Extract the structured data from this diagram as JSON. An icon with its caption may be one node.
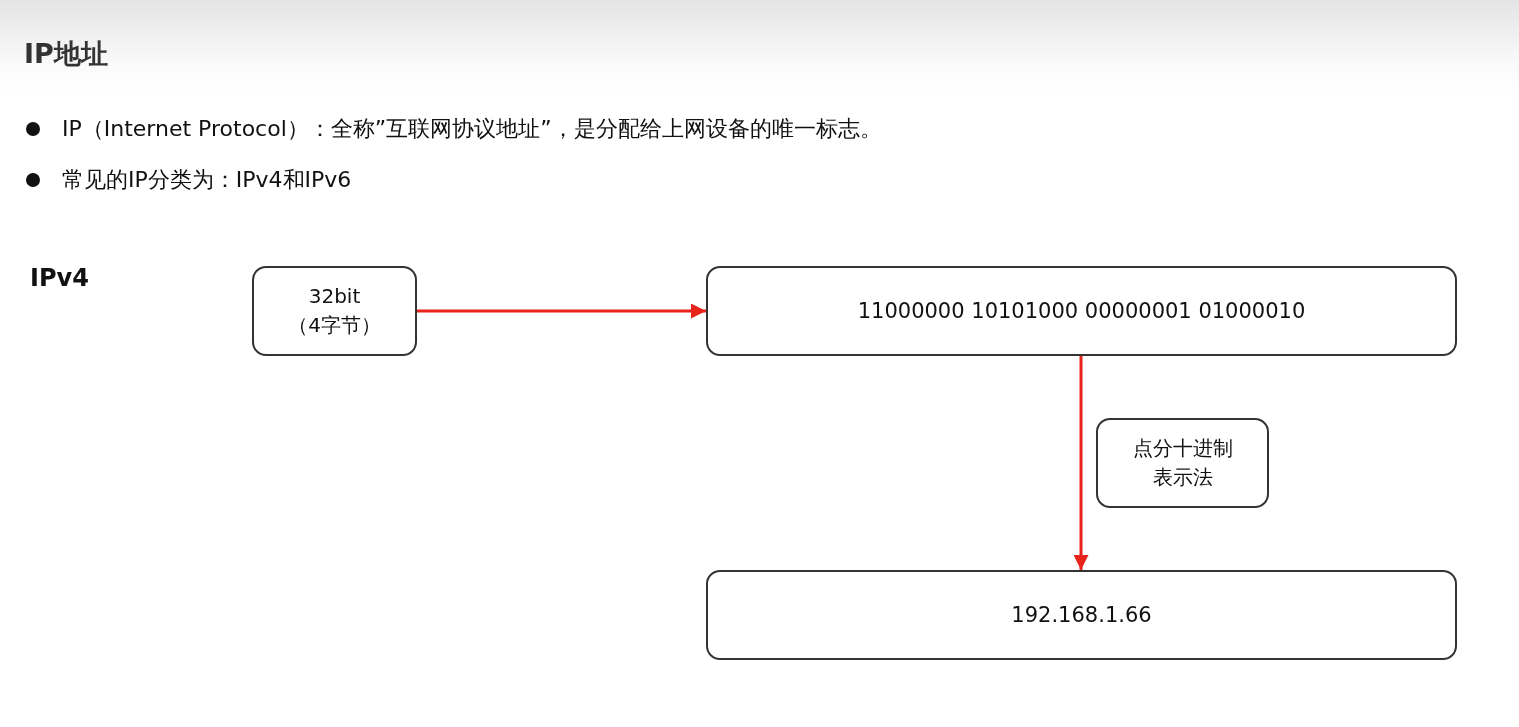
{
  "diagram": {
    "title": "IP地址",
    "nodes": [
      {
        "text": [
          "32bit （4字节）"
        ]
      },
      {
        "text": [
          "11000000 10101000 00000001 01000010"
        ]
      },
      {
        "text": [
          "192.168.1.66"
        ]
      },
      {
        "text": [
          "点分十进制表示法"
        ]
      }
    ],
    "edges": [
      {
        "from": 0,
        "to": 1,
        "arrow": "to"
      },
      {
        "from": 1,
        "to": 2,
        "arrow": "to"
      }
    ],
    "labels": [
      "IP（Internet Protocol）：全称”互联网协议地址”，是分配给上网设备的唯一标志。",
      "常见的IP分类为：IPv4和IPv6",
      "IPv4"
    ]
  }
}
